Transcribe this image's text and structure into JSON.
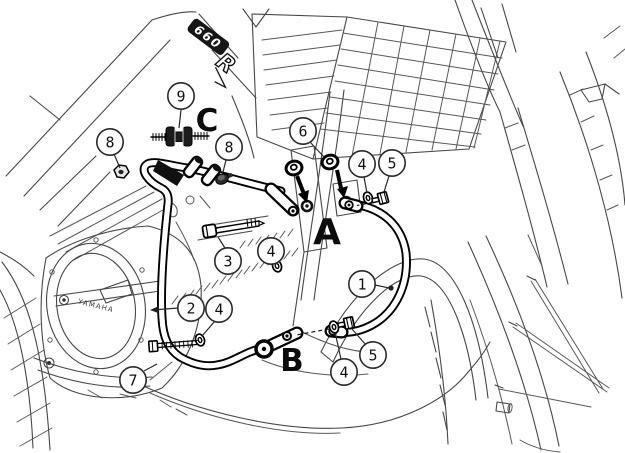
{
  "colors": {
    "background": "#ffffff",
    "bike_line": "#474747",
    "product_line": "#000000",
    "label_text": "#111111"
  },
  "logo": {
    "digits": "660",
    "letter": "R"
  },
  "engine_cover_text": "YAMAHA",
  "mount_labels": {
    "a": "A",
    "b": "B",
    "c": "C"
  },
  "callouts": {
    "c1": "1",
    "c2": "2",
    "c3": "3",
    "c4": "4",
    "c5": "5",
    "c6": "6",
    "c7": "7",
    "c8": "8",
    "c9": "9"
  }
}
